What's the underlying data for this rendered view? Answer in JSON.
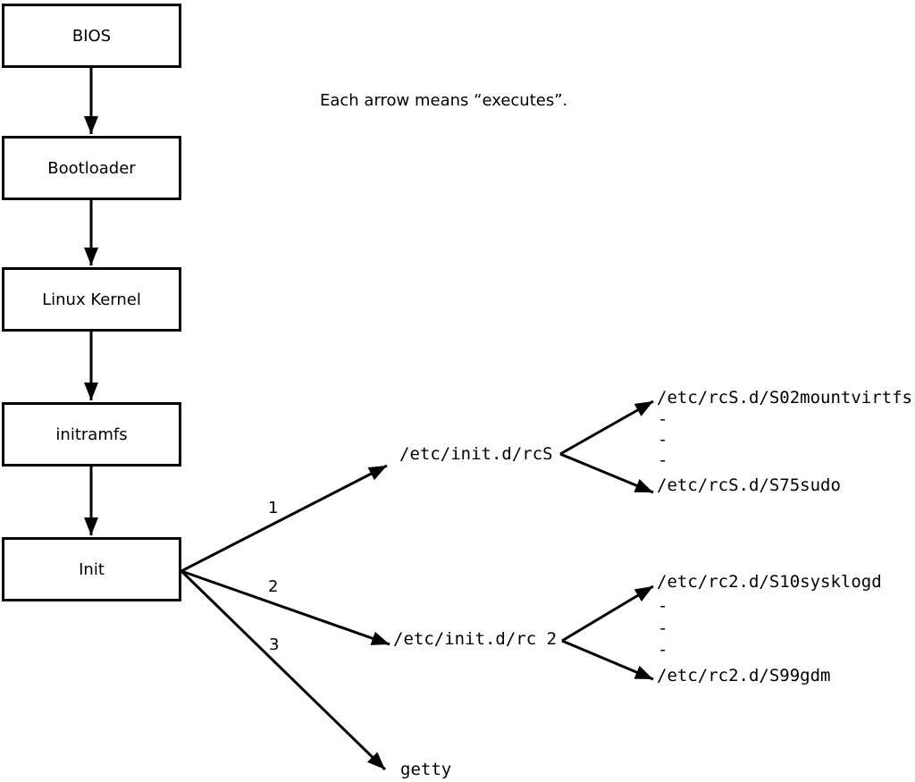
{
  "diagram": {
    "note": "Each arrow means “executes”.",
    "boxes": [
      {
        "label": "BIOS"
      },
      {
        "label": "Bootloader"
      },
      {
        "label": "Linux Kernel"
      },
      {
        "label": "initramfs"
      },
      {
        "label": "Init"
      }
    ],
    "branch_labels": {
      "rcS": "1",
      "rc2": "2",
      "getty": "3"
    },
    "targets": {
      "rcS": "/etc/init.d/rcS",
      "rc2": "/etc/init.d/rc 2",
      "getty": "getty"
    },
    "rcS_scripts": {
      "first": "/etc/rcS.d/S02mountvirtfs",
      "ellipsis": [
        "-",
        "-",
        "-"
      ],
      "last": "/etc/rcS.d/S75sudo"
    },
    "rc2_scripts": {
      "first": "/etc/rc2.d/S10sysklogd",
      "ellipsis": [
        "-",
        "-",
        "-"
      ],
      "last": "/etc/rc2.d/S99gdm"
    },
    "colors": {
      "line": "#000000",
      "background": "#ffffff",
      "box_fill": "#ffffff"
    }
  }
}
